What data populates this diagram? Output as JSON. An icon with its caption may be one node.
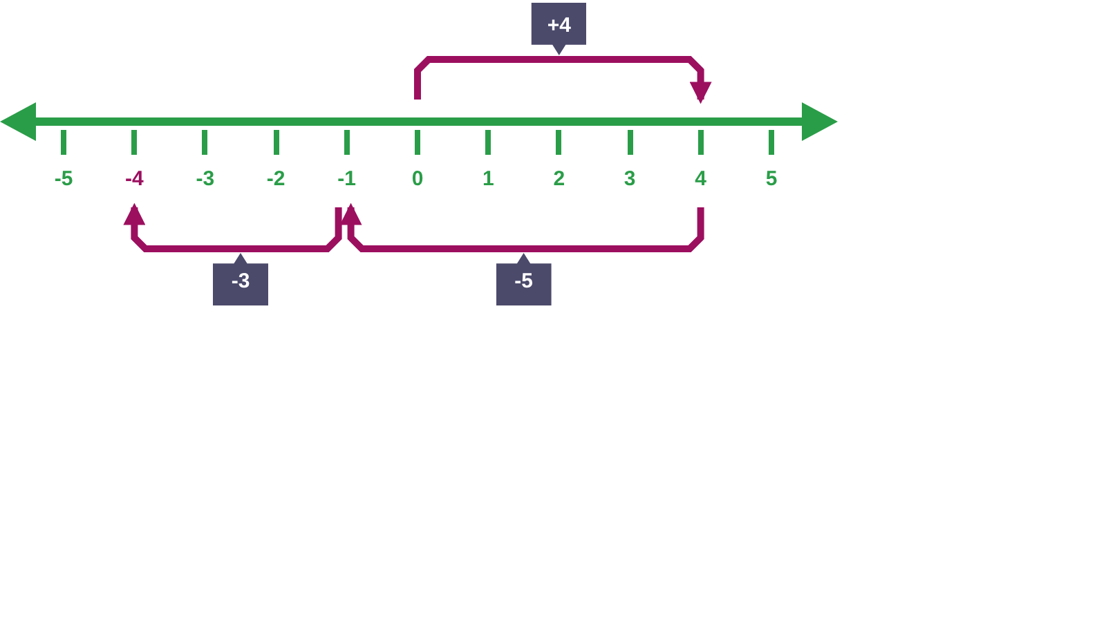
{
  "diagram": {
    "nodes": [
      {
        "text": [
          "-5"
        ]
      },
      {
        "text": [
          "-4"
        ]
      },
      {
        "text": [
          "-3"
        ]
      },
      {
        "text": [
          "-2"
        ]
      },
      {
        "text": [
          "-1"
        ]
      },
      {
        "text": [
          "0"
        ]
      },
      {
        "text": [
          "1"
        ]
      },
      {
        "text": [
          "2"
        ]
      },
      {
        "text": [
          "3"
        ]
      },
      {
        "text": [
          "4"
        ]
      },
      {
        "text": [
          "5"
        ]
      }
    ],
    "edges": [
      {
        "from": 5,
        "to": 9,
        "arrow": "to",
        "label": "+4"
      },
      {
        "from": 4,
        "to": 1,
        "arrow": "to",
        "label": "-3"
      },
      {
        "from": 9,
        "to": 4,
        "arrow": "to",
        "label": "-5"
      }
    ]
  }
}
